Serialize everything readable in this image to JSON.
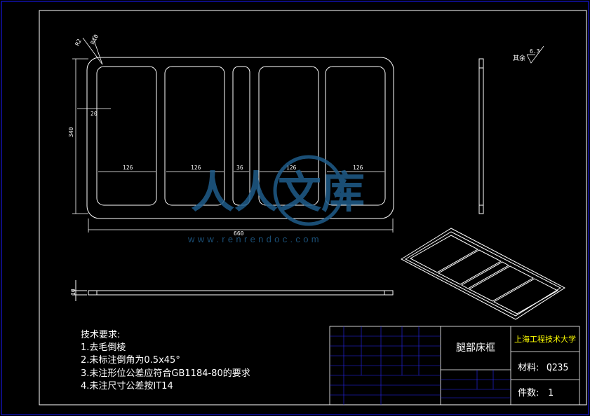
{
  "drawing": {
    "dims": {
      "chamfer_a": "R2",
      "chamfer_b": "R10",
      "height": "340",
      "wall": "20",
      "bay1": "126",
      "bay2": "126",
      "bay3": "36",
      "bay4": "126",
      "bay5": "126",
      "length": "660",
      "thickness": "10"
    },
    "roughness": {
      "label": "其余",
      "value": "6.3"
    },
    "watermark": {
      "text": "人人文库",
      "url": "www.renrendoc.com"
    }
  },
  "notes": {
    "title": "技术要求:",
    "items": [
      "1.去毛倒棱",
      "2.未标注倒角为0.5x45°",
      "3.未注形位公差应符合GB1184-80的要求",
      "4.未注尺寸公差按IT14"
    ]
  },
  "title_block": {
    "part_name": "腿部床框",
    "school": "上海工程技术大学",
    "material_label": "材料:",
    "material": "Q235",
    "quantity_label": "件数:",
    "quantity": "1"
  },
  "colors": {
    "line": "#ffffff",
    "frame": "#1010ff",
    "dim": "#ffffff",
    "school": "#ffff00",
    "watermark": "#1f5c8a",
    "block_lines": "#2828ff"
  }
}
